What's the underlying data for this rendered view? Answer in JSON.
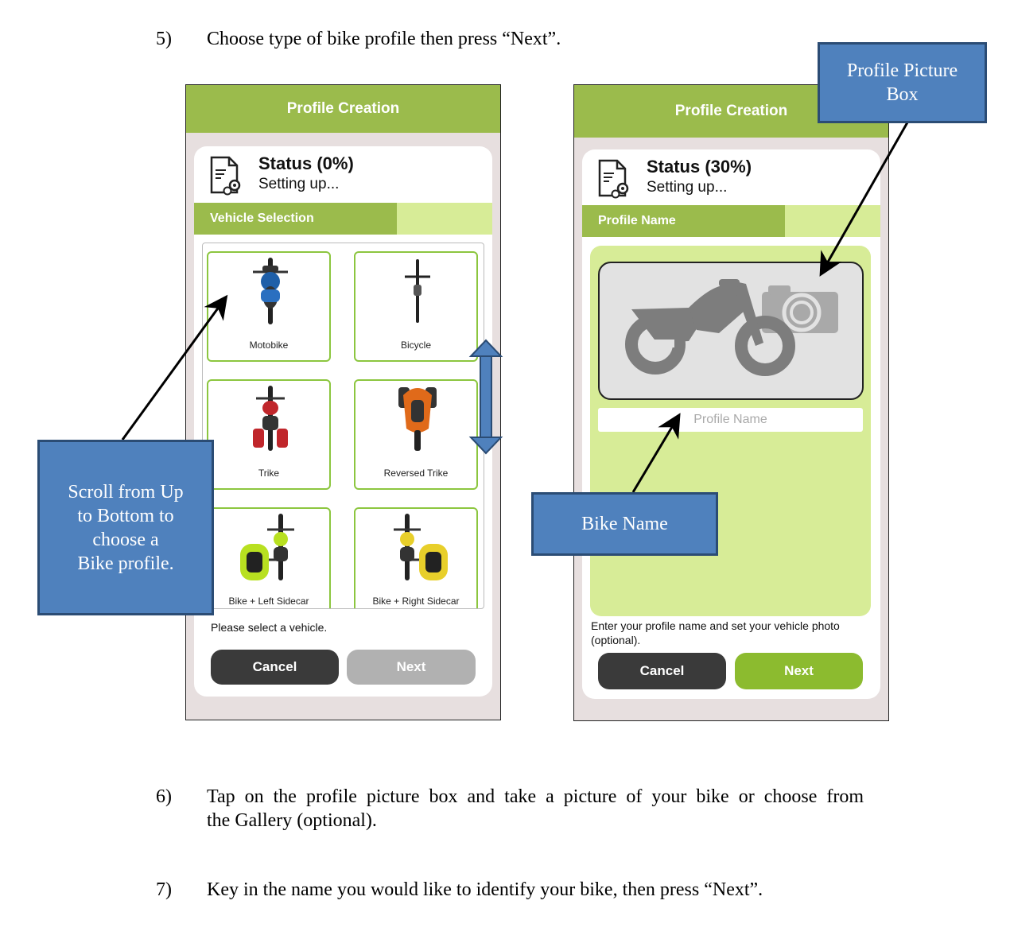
{
  "steps": {
    "step5": {
      "num": "5)",
      "text": "Choose type of bike profile then press “Next”."
    },
    "step6": {
      "num": "6)",
      "line1": "Tap on the profile picture box and take a picture of your bike or choose from",
      "line2": "the Gallery (optional)."
    },
    "step7": {
      "num": "7)",
      "text": "Key in the name you would like to identify your bike, then press “Next”."
    }
  },
  "screen1": {
    "header": "Profile Creation",
    "status_title": "Status (0%)",
    "status_sub": "Setting up...",
    "progress_label": "Vehicle Selection",
    "progress": 0.68,
    "vehicles": [
      {
        "label": "Motobike",
        "icon": "motorbike-icon"
      },
      {
        "label": "Bicycle",
        "icon": "bicycle-icon"
      },
      {
        "label": "Trike",
        "icon": "trike-icon"
      },
      {
        "label": "Reversed Trike",
        "icon": "reversed-trike-icon"
      },
      {
        "label": "Bike + Left Sidecar",
        "icon": "left-sidecar-icon"
      },
      {
        "label": "Bike + Right Sidecar",
        "icon": "right-sidecar-icon"
      }
    ],
    "hint": "Please select a vehicle.",
    "cancel": "Cancel",
    "next": "Next"
  },
  "screen2": {
    "header": "Profile Creation",
    "status_title": "Status (30%)",
    "status_sub": "Setting up...",
    "progress_label": "Profile Name",
    "progress": 0.68,
    "name_placeholder": "Profile Name",
    "hint_line1": "Enter your profile name and set your vehicle photo",
    "hint_line2": "(optional).",
    "cancel": "Cancel",
    "next": "Next"
  },
  "callouts": {
    "profile_picture_line1": "Profile Picture",
    "profile_picture_line2": "Box",
    "scroll_line1": "Scroll from Up",
    "scroll_line2": "to Bottom to",
    "scroll_line3": "choose a",
    "scroll_line4": "Bike profile.",
    "bike_name": "Bike Name"
  },
  "colors": {
    "header_green": "#9bbb4c",
    "light_green": "#d7ec97",
    "tile_border": "#8cc63f",
    "callout_blue": "#4f81bd",
    "next_green": "#8cbb2f"
  }
}
